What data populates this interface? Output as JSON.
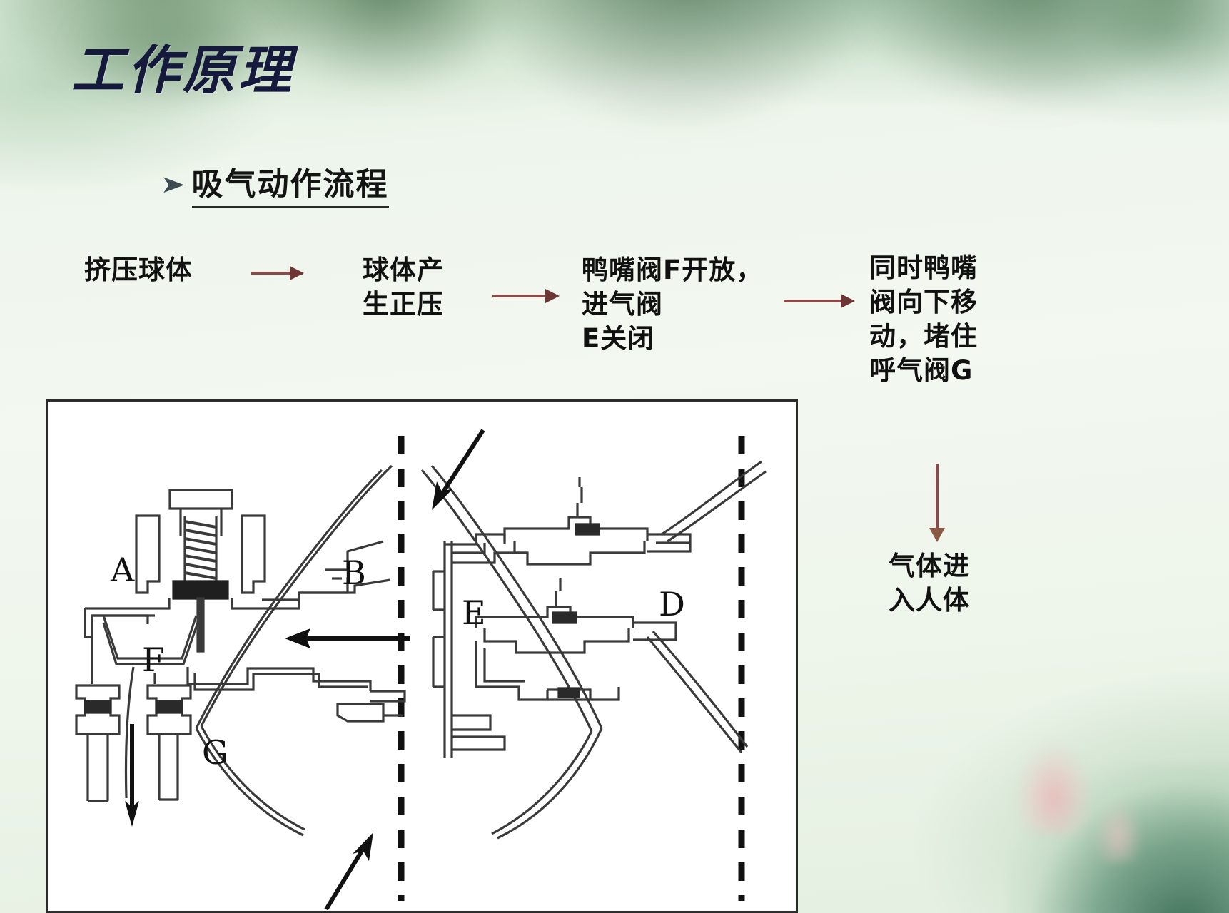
{
  "slide": {
    "title": "工作原理",
    "subheading": {
      "bullet_icon": "arrow-bullet-icon",
      "text": "吸气动作流程"
    }
  },
  "flow": {
    "steps": [
      {
        "id": "step-1",
        "text": "挤压球体"
      },
      {
        "id": "step-2",
        "text": "球体产\n生正压"
      },
      {
        "id": "step-3",
        "text": "鸭嘴阀F开放，\n进气阀\nE关闭"
      },
      {
        "id": "step-4",
        "text": "同时鸭嘴\n阀向下移\n动，堵住\n呼气阀G"
      },
      {
        "id": "step-5",
        "text": "气体进\n入人体"
      }
    ],
    "connectors": [
      {
        "id": "arrow-1",
        "direction": "right"
      },
      {
        "id": "arrow-2",
        "direction": "right"
      },
      {
        "id": "arrow-3",
        "direction": "right"
      },
      {
        "id": "arrow-4",
        "direction": "down"
      }
    ],
    "arrow_color": "#8a4a4a"
  },
  "diagram": {
    "name": "resuscitator-bag-valve-schematic",
    "border_color": "#2b2b2b",
    "background": "#ffffff",
    "labels": [
      {
        "id": "label-A",
        "text": "A"
      },
      {
        "id": "label-B",
        "text": "B"
      },
      {
        "id": "label-D",
        "text": "D"
      },
      {
        "id": "label-E",
        "text": "E"
      },
      {
        "id": "label-F",
        "text": "F"
      },
      {
        "id": "label-G",
        "text": "G"
      }
    ],
    "flow_arrows": [
      {
        "id": "airflow-arrow-left",
        "direction": "left"
      },
      {
        "id": "airflow-arrow-down",
        "direction": "down"
      },
      {
        "id": "pointer-arrow-top",
        "direction": "down-left"
      },
      {
        "id": "pointer-arrow-bottom",
        "direction": "up-right"
      }
    ]
  },
  "theme": {
    "title_color": "#15193c",
    "text_color": "#111111",
    "background_top": "#dfeddd",
    "background_mid": "#f3f8f1"
  }
}
